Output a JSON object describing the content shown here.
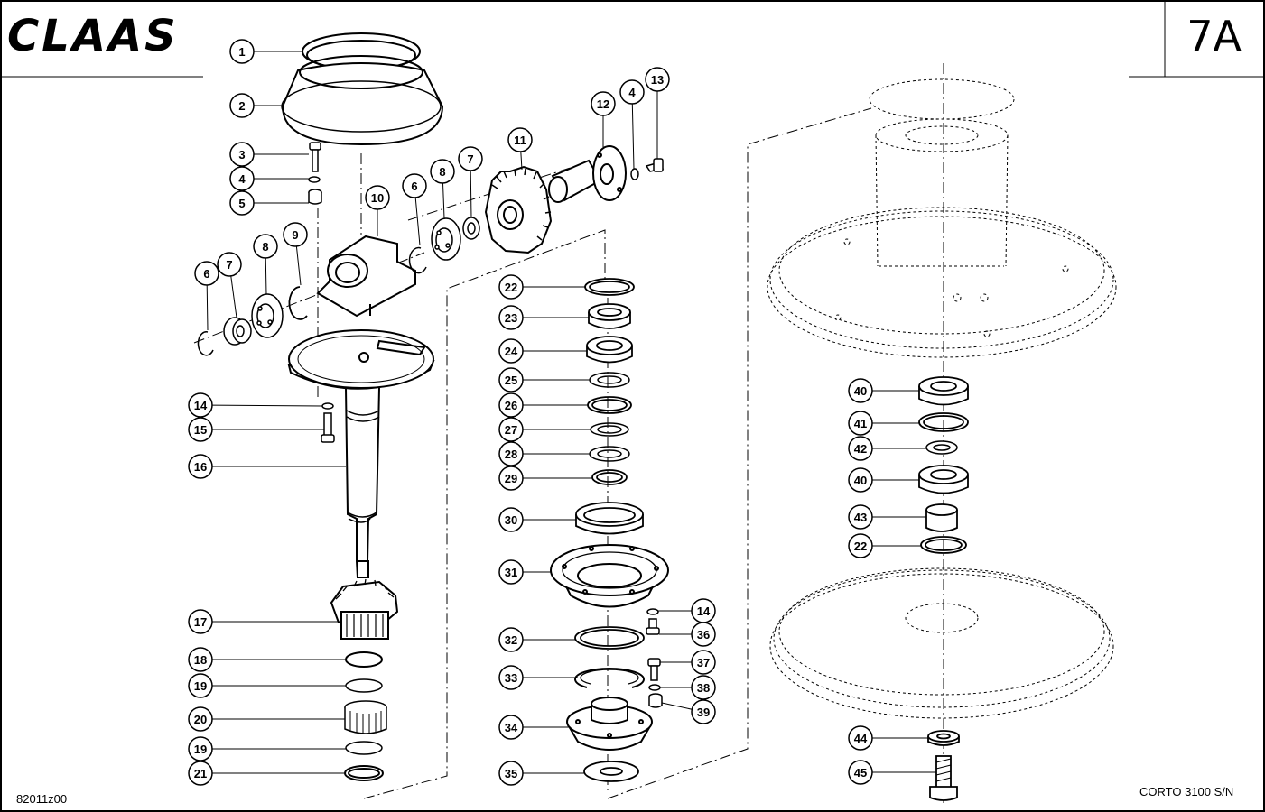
{
  "header": {
    "brand": "CLAAS",
    "sheet_number": "7A"
  },
  "footer": {
    "drawing_number": "82011z00",
    "model": "CORTO 3100 S/N"
  },
  "callouts": [
    "1",
    "2",
    "3",
    "4",
    "5",
    "10",
    "6",
    "8",
    "7",
    "11",
    "12",
    "4",
    "13",
    "9",
    "8",
    "7",
    "6",
    "14",
    "15",
    "16",
    "17",
    "18",
    "19",
    "20",
    "19",
    "21",
    "22",
    "23",
    "24",
    "25",
    "26",
    "27",
    "28",
    "29",
    "30",
    "31",
    "14",
    "36",
    "32",
    "37",
    "33",
    "38",
    "39",
    "34",
    "35",
    "40",
    "41",
    "42",
    "40",
    "43",
    "22",
    "44",
    "45"
  ]
}
